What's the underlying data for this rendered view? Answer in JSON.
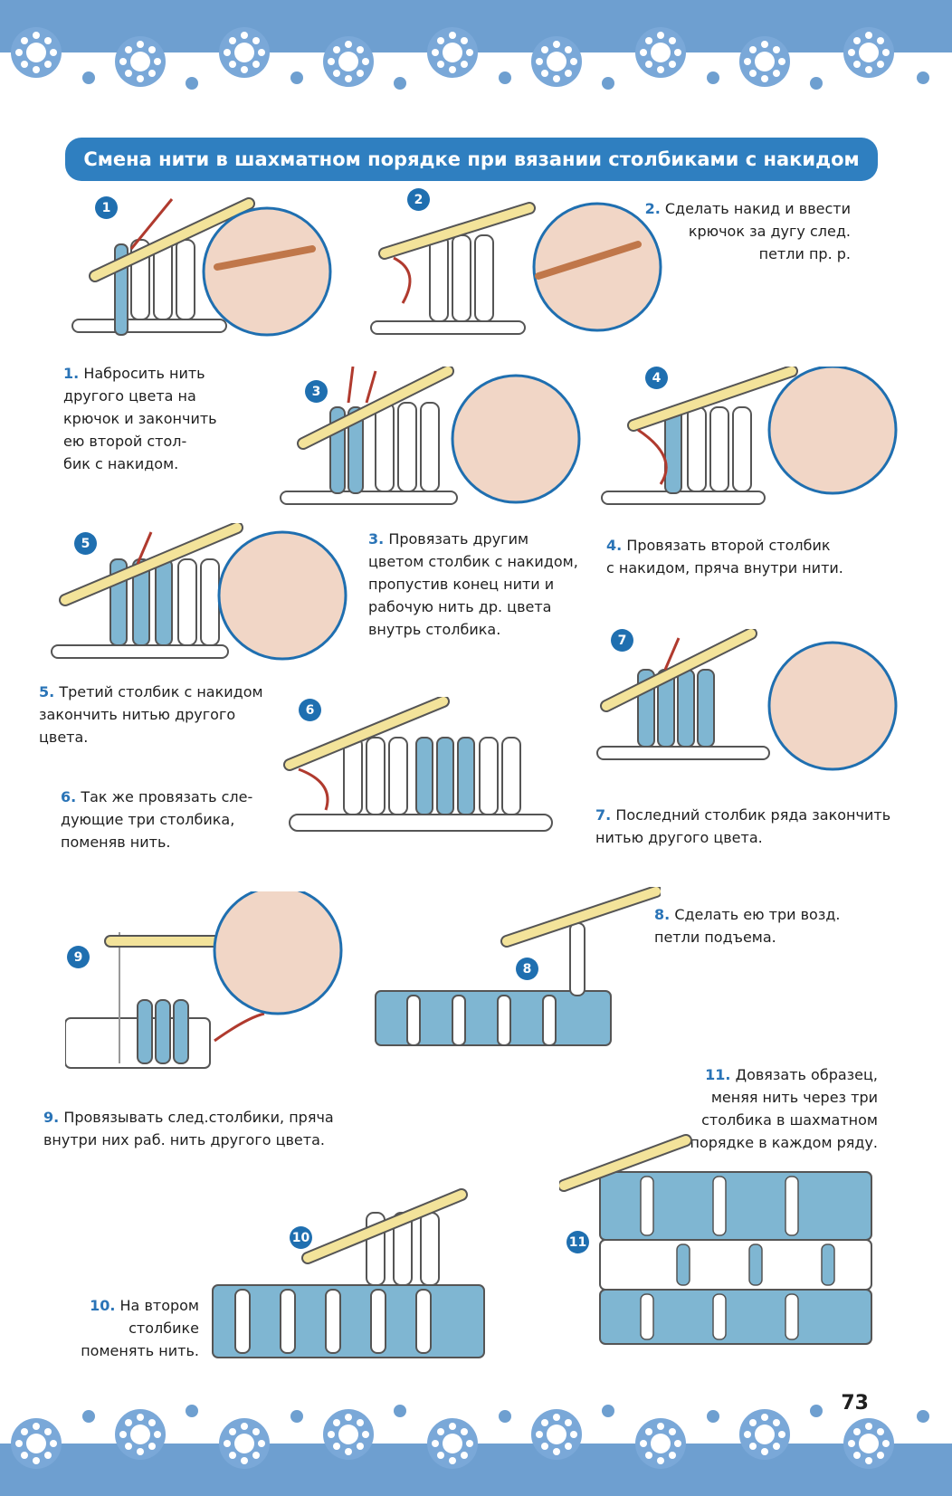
{
  "title": "Смена нити в шахматном порядке при вязании столбиками с накидом",
  "steps": [
    {
      "num": "1.",
      "text": "Набросить нить\nдругого цвета на\nкрючок и закончить\nею второй стол-\nбик с накидом.",
      "badge": "1"
    },
    {
      "num": "2.",
      "text": "Сделать накид и ввести\nкрючок за дугу след.\nпетли пр. р.",
      "badge": "2"
    },
    {
      "num": "3.",
      "text": "Провязать другим\nцветом столбик с накидом,\nпропустив конец нити и\nрабочую нить др. цвета\nвнутрь столбика.",
      "badge": "3"
    },
    {
      "num": "4.",
      "text": "Провязать второй столбик\nс накидом, пряча внутри нити.",
      "badge": "4"
    },
    {
      "num": "5.",
      "text": "Третий столбик с накидом\nзакончить нитью другого\nцвета.",
      "badge": "5"
    },
    {
      "num": "6.",
      "text": "Так же провязать сле-\nдующие три столбика,\nпоменяв нить.",
      "badge": "6"
    },
    {
      "num": "7.",
      "text": "Последний столбик ряда закончить\nнитью другого цвета.",
      "badge": "7"
    },
    {
      "num": "8.",
      "text": "Сделать ею три возд.\nпетли подъема.",
      "badge": "8"
    },
    {
      "num": "9.",
      "text": "Провязывать след.столбики, пряча\nвнутри них  раб. нить другого цвета.",
      "badge": "9"
    },
    {
      "num": "10.",
      "text": "На втором\nстолбике\nпоменять нить.",
      "badge": "10"
    },
    {
      "num": "11.",
      "text": "Довязать образец,\nменяя нить через три\nстолбика в шахматном\nпорядке в каждом ряду.",
      "badge": "11"
    }
  ],
  "page_number": "73",
  "colors": {
    "accent": "#2f7fc0",
    "yarn_blue": "#7fb6d2",
    "hook": "#f3e39a",
    "arrow": "#b03a2e",
    "lace": "#6e9fd0"
  },
  "icons": {
    "lace_border": "lace-border-icon",
    "crochet_hook": "crochet-hook-icon"
  }
}
